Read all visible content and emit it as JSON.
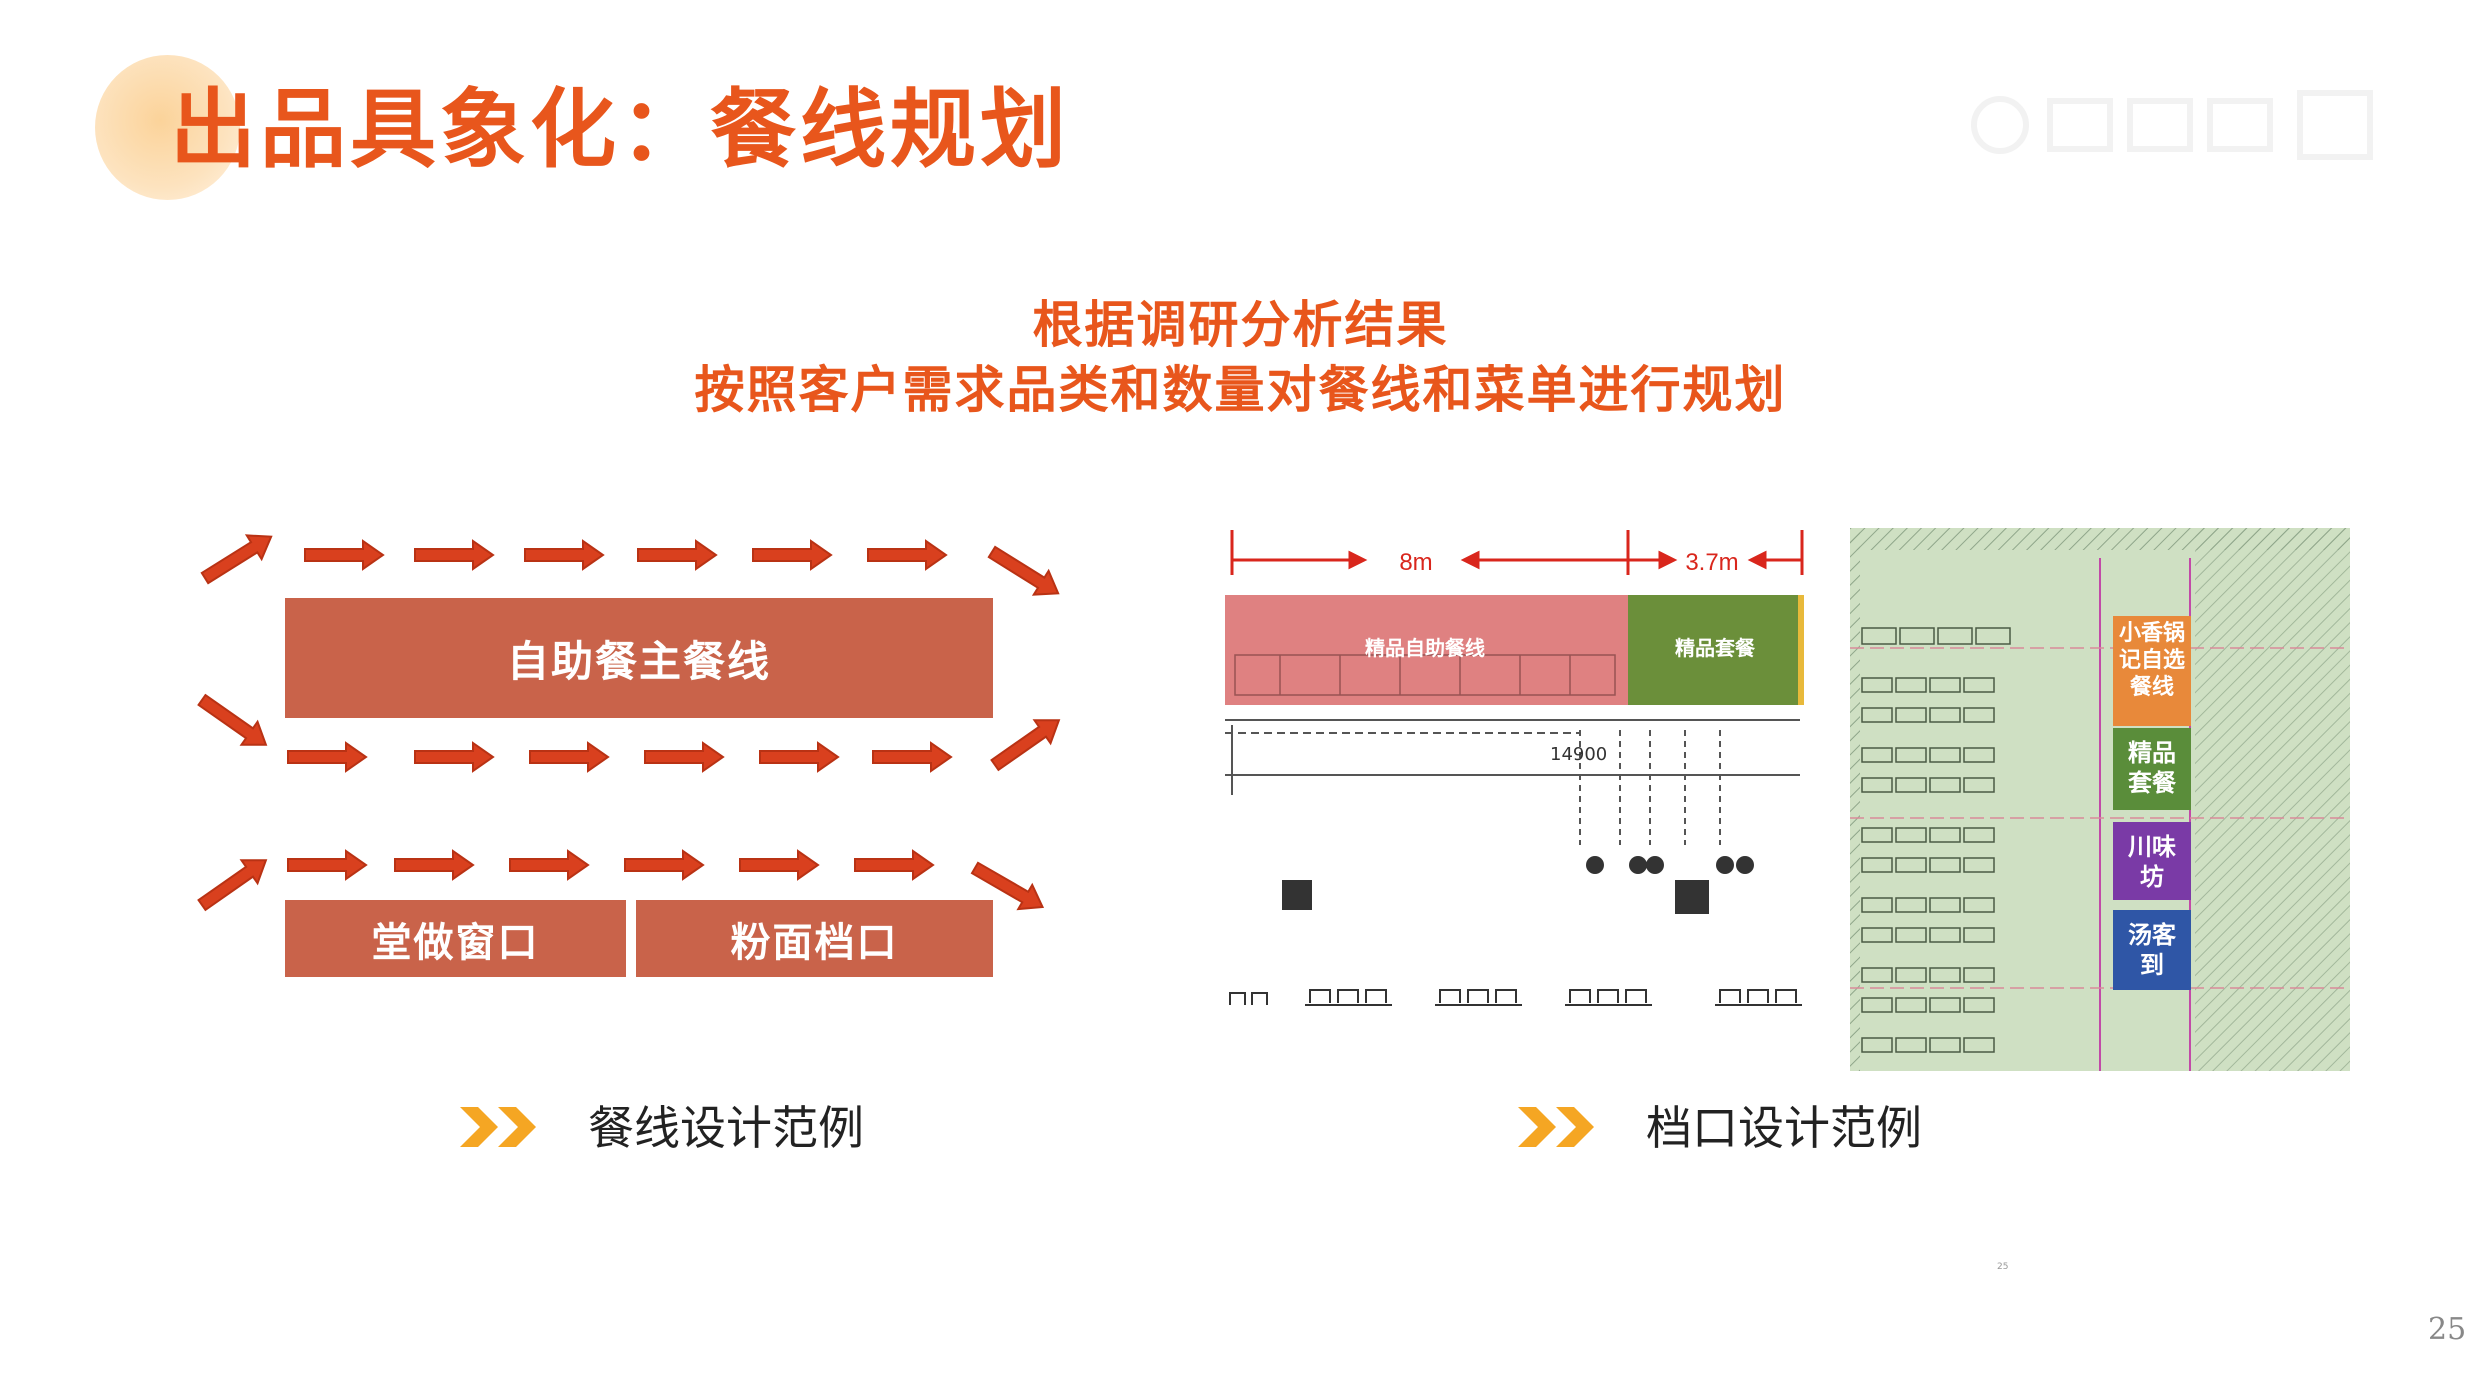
{
  "header": {
    "title": "出品具象化：餐线规划"
  },
  "subtitle": {
    "line1": "根据调研分析结果",
    "line2": "按照客户需求品类和数量对餐线和菜单进行规划"
  },
  "diagram": {
    "main_bar": "自助餐主餐线",
    "bottom_left": "堂做窗口",
    "bottom_right": "粉面档口"
  },
  "floor_plan_left": {
    "dim_8m": "8m",
    "dim_37m": "3.7m",
    "zone_buffet": "精品自助餐线",
    "zone_set": "精品套餐",
    "num_14900": "14900"
  },
  "floor_plan_right": {
    "stalls": [
      {
        "label": "小香锅记自选餐线",
        "color": "#e8893a"
      },
      {
        "label": "精品套餐",
        "color": "#5a8d3a"
      },
      {
        "label": "川味坊",
        "color": "#7a3aa6"
      },
      {
        "label": "汤客到",
        "color": "#2f56a6"
      }
    ]
  },
  "captions": {
    "left": "餐线设计范例",
    "right": "档口设计范例"
  },
  "colors": {
    "accent": "#e8561c",
    "bar": "#c9634a",
    "arrow": "#d9401e",
    "chevron": "#f5a623"
  },
  "footer": {
    "tiny_num": "25",
    "page_number": "25"
  }
}
